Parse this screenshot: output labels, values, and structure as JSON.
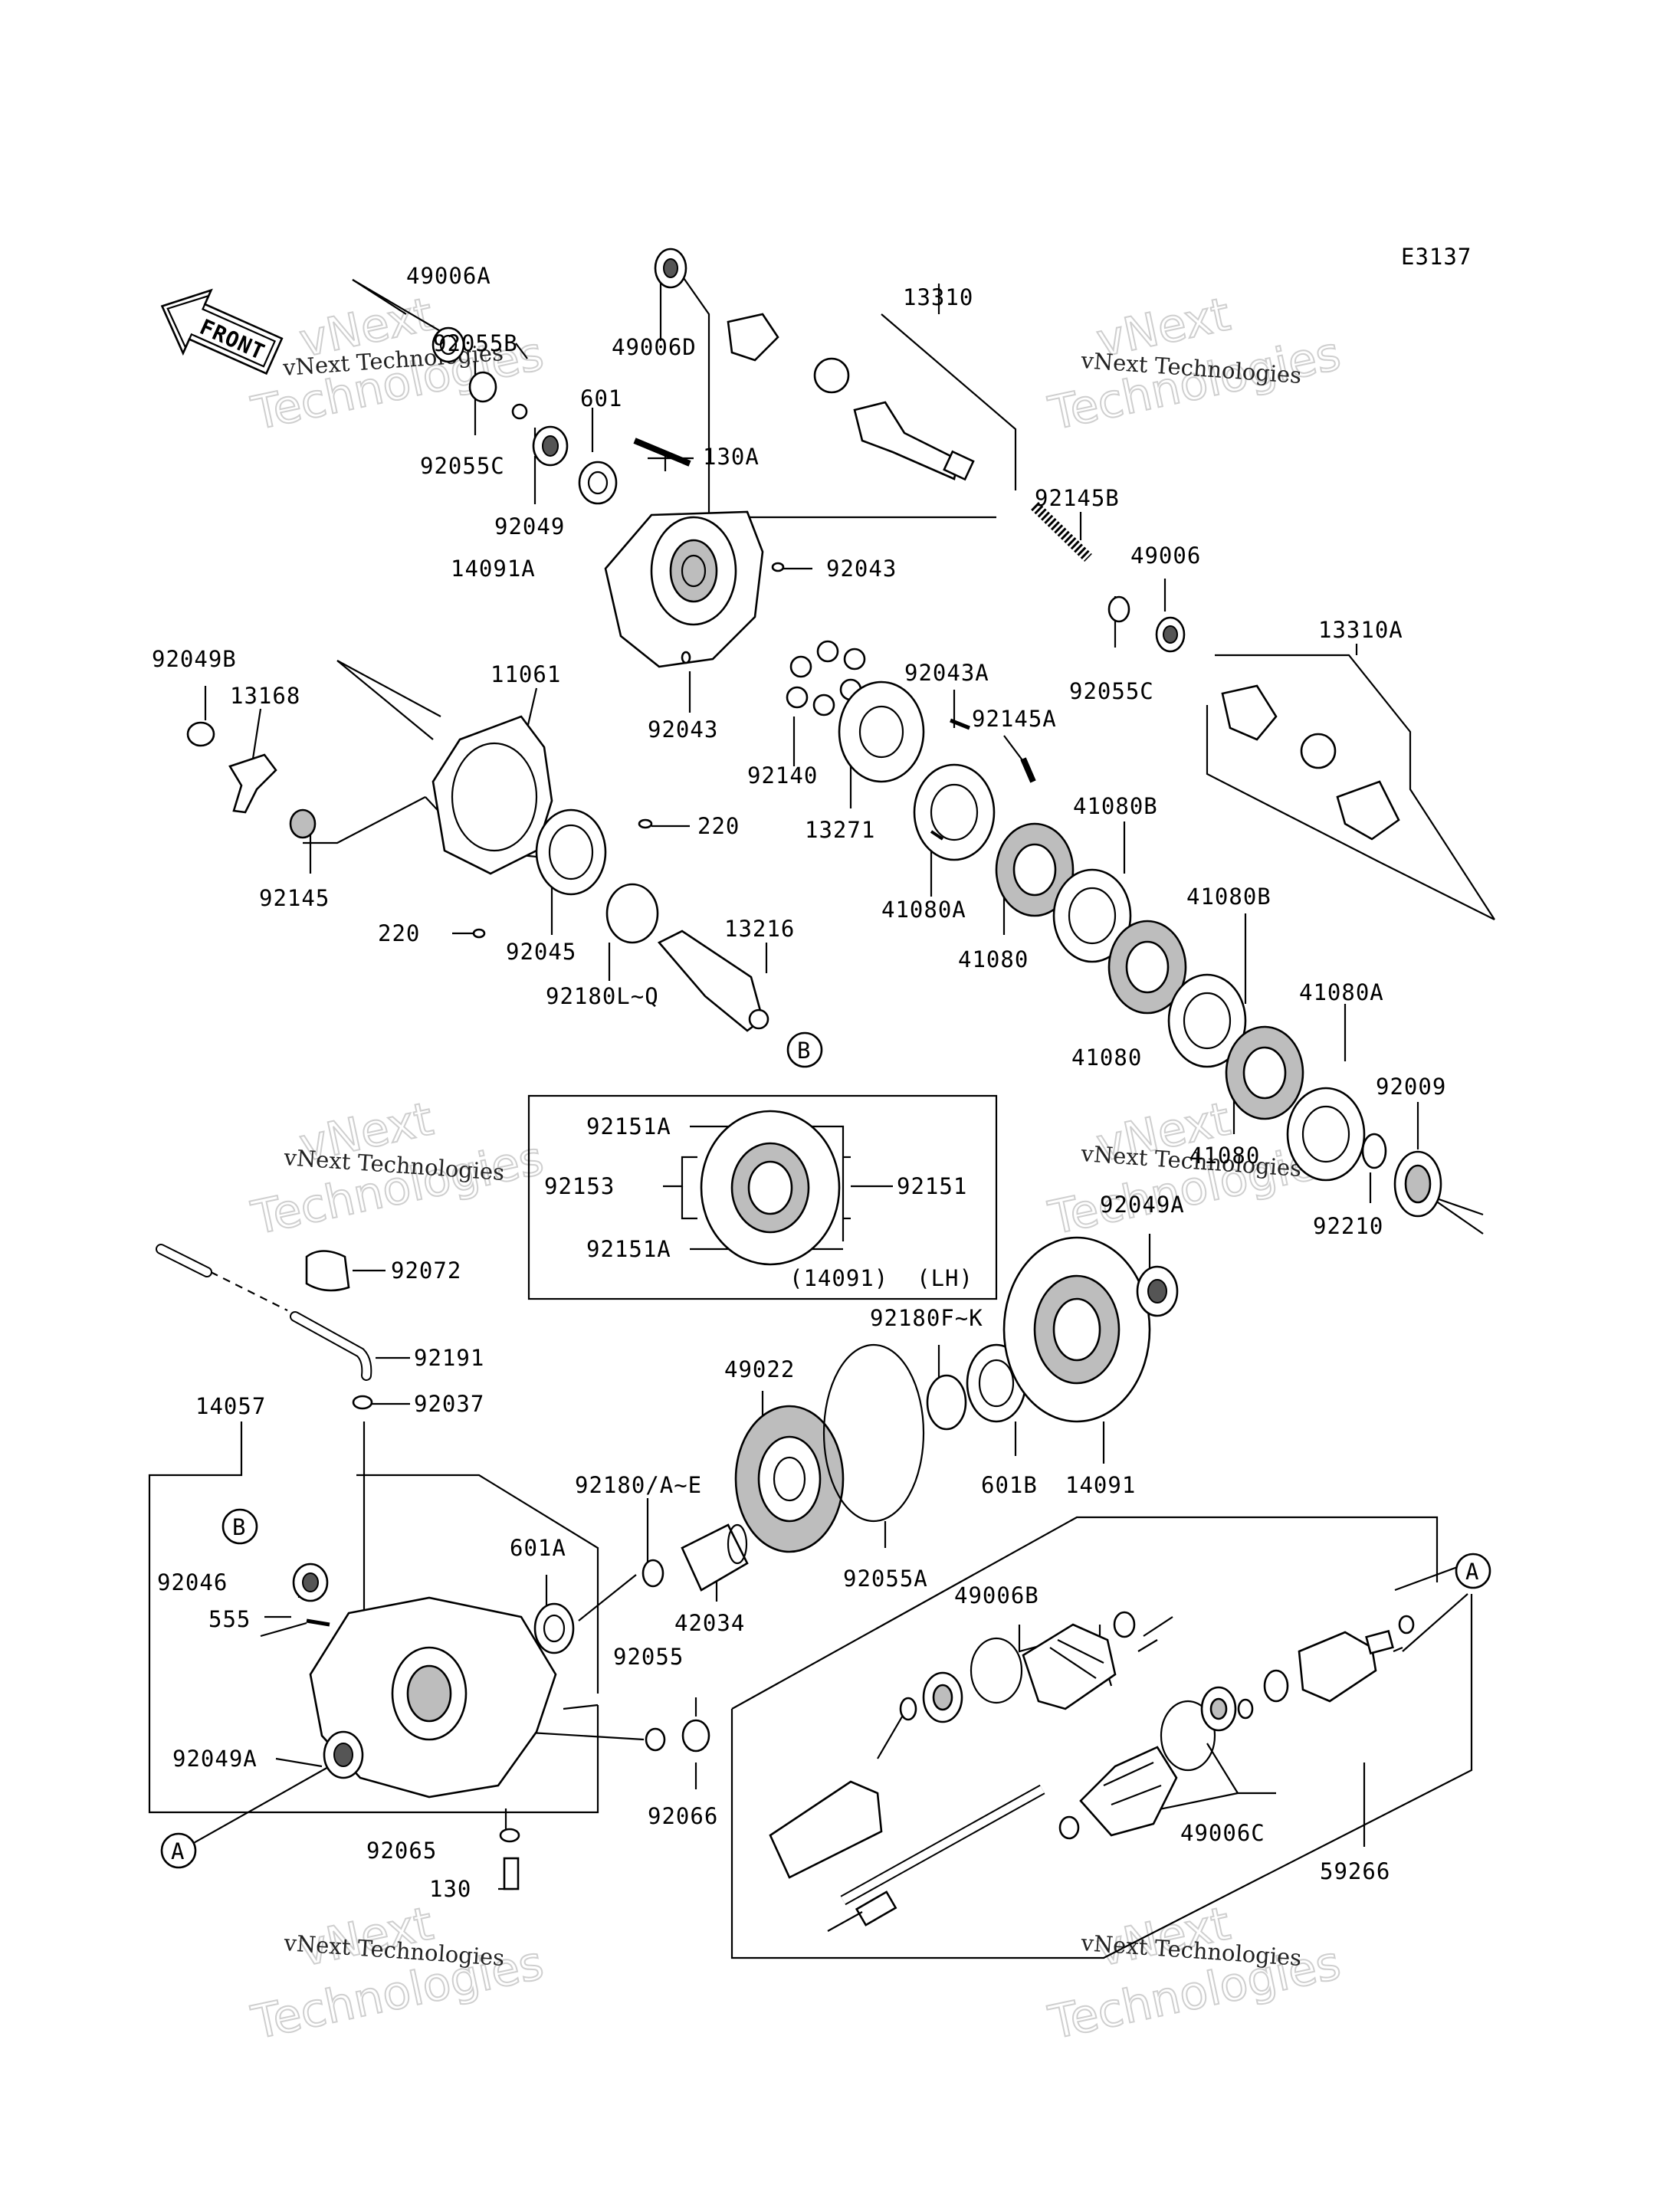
{
  "diagram_code": "E3137",
  "front_label": "FRONT",
  "watermark": {
    "line1": "vNext Technologies",
    "line2": "vNext",
    "line3": "Technologies"
  },
  "detail_box_caption": "(14091)  (LH)",
  "callouts": {
    "A": "A",
    "B": "B"
  },
  "part_labels": {
    "p49006A": "49006A",
    "p92055B": "92055B",
    "p92055C": "92055C",
    "p601": "601",
    "p130A": "130A",
    "p92049": "92049",
    "p14091A": "14091A",
    "p92043_top": "92043",
    "p92043_bot": "92043",
    "p49006D": "49006D",
    "p13310": "13310",
    "p92145B": "92145B",
    "p49006": "49006",
    "p92055C_r": "92055C",
    "p13310A": "13310A",
    "p92049B": "92049B",
    "p13168": "13168",
    "p11061": "11061",
    "p220_r": "220",
    "p220_l": "220",
    "p92145": "92145",
    "p92045": "92045",
    "p92180LQ": "92180L~Q",
    "p13216": "13216",
    "p92043A": "92043A",
    "p92145A": "92145A",
    "p92140": "92140",
    "p13271": "13271",
    "p41080A_l": "41080A",
    "p41080_1": "41080",
    "p41080B_1": "41080B",
    "p41080B_2": "41080B",
    "p41080_2": "41080",
    "p41080A_r": "41080A",
    "p92009": "92009",
    "p41080_3": "41080",
    "p92210": "92210",
    "p92049A_top": "92049A",
    "p92151A_top": "92151A",
    "p92153": "92153",
    "p92151": "92151",
    "p92151A_bot": "92151A",
    "p92072": "92072",
    "p92191": "92191",
    "p92037": "92037",
    "p14057": "14057",
    "p92180FK": "92180F~K",
    "p49022": "49022",
    "p601B": "601B",
    "p14091": "14091",
    "p92180AE": "92180/A~E",
    "p601A": "601A",
    "p42034": "42034",
    "p92055A": "92055A",
    "p92046": "92046",
    "p555": "555",
    "p92055": "92055",
    "p92049A_bot": "92049A",
    "p92066": "92066",
    "p92065": "92065",
    "p130": "130",
    "p49006B": "49006B",
    "p49006C": "49006C",
    "p59266": "59266"
  },
  "colors": {
    "ink": "#000000",
    "paper": "#ffffff",
    "watermark": "#cfcfcf"
  }
}
